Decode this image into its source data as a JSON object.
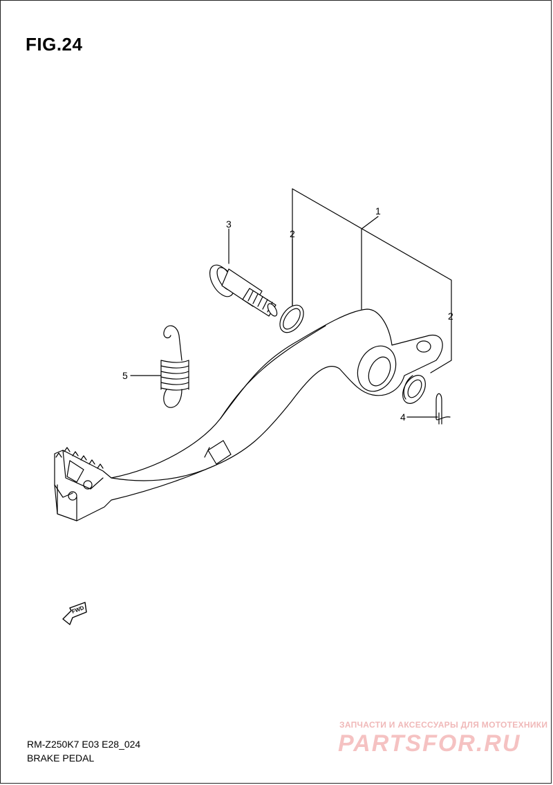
{
  "figure": {
    "title": "FIG.24"
  },
  "callouts": [
    {
      "id": "1",
      "label": "1"
    },
    {
      "id": "2a",
      "label": "2"
    },
    {
      "id": "2b",
      "label": "2"
    },
    {
      "id": "3",
      "label": "3"
    },
    {
      "id": "4",
      "label": "4"
    },
    {
      "id": "5",
      "label": "5"
    }
  ],
  "direction_marker": {
    "label": "FWD"
  },
  "footer": {
    "model_code": "RM-Z250K7 E03 E28_024",
    "section_name": "BRAKE PEDAL"
  },
  "watermark": {
    "tagline": "ЗАПЧАСТИ И АКСЕССУАРЫ ДЛЯ МОТОТЕХНИКИ",
    "logo": "PARTSFOR.RU"
  },
  "colors": {
    "line": "#000000",
    "watermark": "#f0b8b8"
  }
}
